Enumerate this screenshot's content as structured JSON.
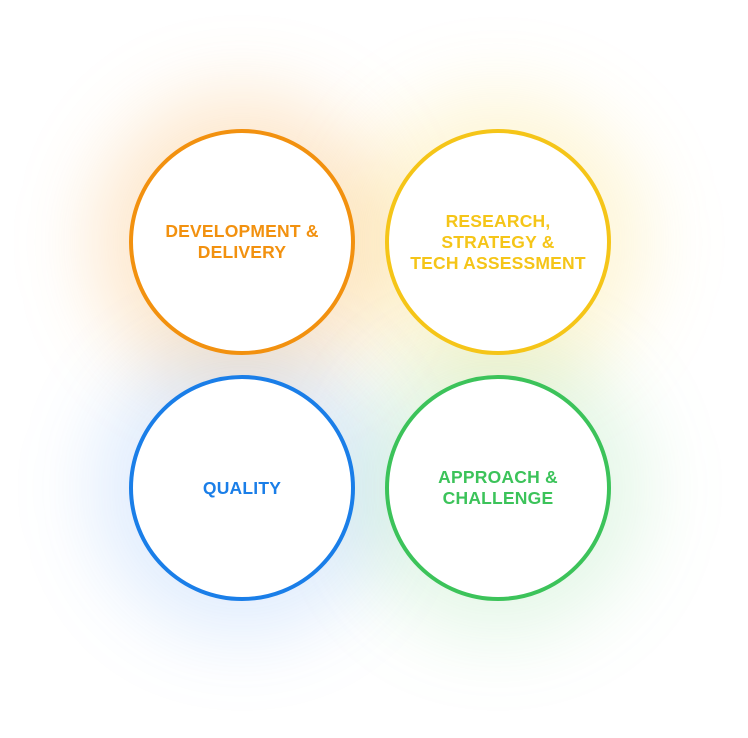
{
  "diagram": {
    "circles": [
      {
        "id": "dev",
        "label": "DEVELOPMENT &\nDELIVERY",
        "color": "#F2910F",
        "glow": "rgba(245,150,30,0.22)"
      },
      {
        "id": "res",
        "label": "RESEARCH,\nSTRATEGY &\nTECH ASSESSMENT",
        "color": "#F5C518",
        "glow": "rgba(250,205,40,0.18)"
      },
      {
        "id": "qual",
        "label": "QUALITY",
        "color": "#1A7EE8",
        "glow": "rgba(40,130,240,0.14)"
      },
      {
        "id": "appr",
        "label": "APPROACH &\nCHALLENGE",
        "color": "#3CC35A",
        "glow": "rgba(70,200,90,0.14)"
      }
    ]
  }
}
